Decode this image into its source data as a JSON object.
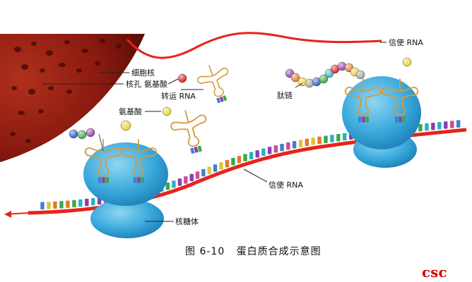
{
  "labels": {
    "mrna_top": "信使 RNA",
    "nucleus": "细胞核",
    "nuclear_pore": "核孔",
    "amino_acid_1": "氨基酸",
    "trna": "转运 RNA",
    "amino_acid_2": "氨基酸",
    "peptide": "肽链",
    "mrna_mid": "信使 RNA",
    "ribosome": "核糖体"
  },
  "caption": "图 6-10   蛋白质合成示意图",
  "watermark": "csc",
  "colors": {
    "mrna": "#e8231b",
    "ribosome": "#3aa9dc",
    "nucleus": "#8a1a10",
    "trna": "#d59a3a",
    "codon_blue": "#3f7fd0",
    "codon_purple": "#8a3fb0",
    "codon_green": "#3aa84a",
    "codon_yellow": "#e2c23a",
    "codon_pink": "#d04a9a",
    "codon_orange": "#e07a2a",
    "codon_cyan": "#2ab0c0"
  },
  "amino_acid_colors": [
    "#9a3fb0",
    "#3aa84a",
    "#e8d43a",
    "#d8231b",
    "#2a5fc0",
    "#e07a2a",
    "#40b0c0",
    "#a0a0a0"
  ]
}
